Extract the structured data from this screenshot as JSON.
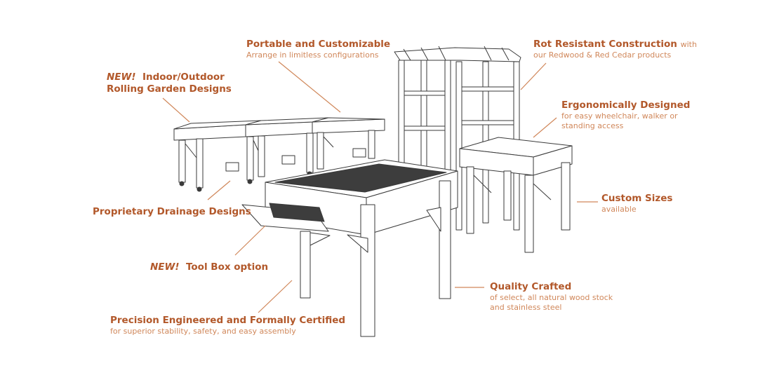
{
  "colors": {
    "accent": "#b2582a",
    "accent_light": "#d0875a",
    "line": "#333333",
    "leader": "#d0875a"
  },
  "callouts": {
    "portable": {
      "title": "Portable and Customizable",
      "sub": "Arrange in limitless configurations"
    },
    "rot": {
      "title": "Rot Resistant Construction",
      "title_suffix": "with",
      "sub": "our Redwood & Red Cedar products"
    },
    "indoor": {
      "new_tag": "NEW!",
      "line1": "Indoor/Outdoor",
      "line2": "Rolling Garden Designs"
    },
    "ergonomic": {
      "title": "Ergonomically Designed",
      "sub1": "for easy wheelchair, walker or",
      "sub2": "standing access"
    },
    "custom": {
      "title": "Custom Sizes",
      "sub": "available"
    },
    "drainage": {
      "title": "Proprietary Drainage Designs"
    },
    "toolbox": {
      "new_tag": "NEW!",
      "title": "Tool Box option"
    },
    "quality": {
      "title": "Quality Crafted",
      "sub1": "of select, all natural wood stock",
      "sub2": "and stainless steel"
    },
    "precision": {
      "title": "Precision Engineered and Formally Certified",
      "sub": "for superior stability, safety, and easy assembly"
    }
  }
}
